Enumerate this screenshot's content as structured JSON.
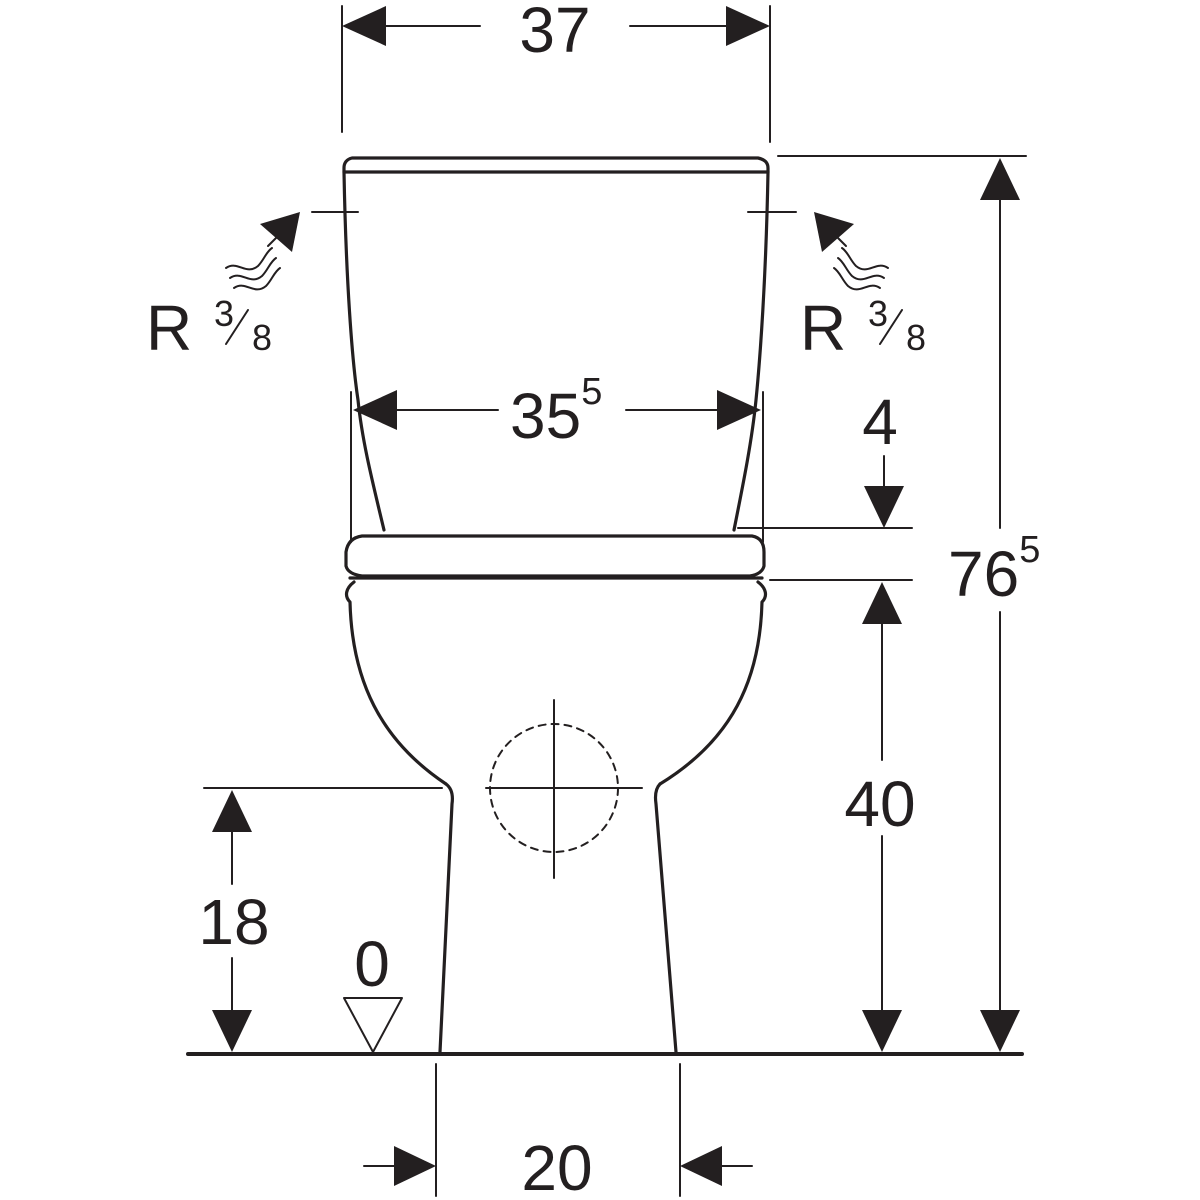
{
  "drawing": {
    "dim_top_width": "37",
    "dim_tank_width": {
      "main": "35",
      "sup": "5"
    },
    "dim_total_height": {
      "main": "76",
      "sup": "5"
    },
    "dim_seat_gap": "4",
    "dim_seat_height": "40",
    "dim_outlet_height": "18",
    "dim_base_width": "20",
    "floor_reference": "0",
    "inlet_left": {
      "letter": "R",
      "num": "3",
      "den": "8"
    },
    "inlet_right": {
      "letter": "R",
      "num": "3",
      "den": "8"
    },
    "line_color": "#231f20"
  }
}
